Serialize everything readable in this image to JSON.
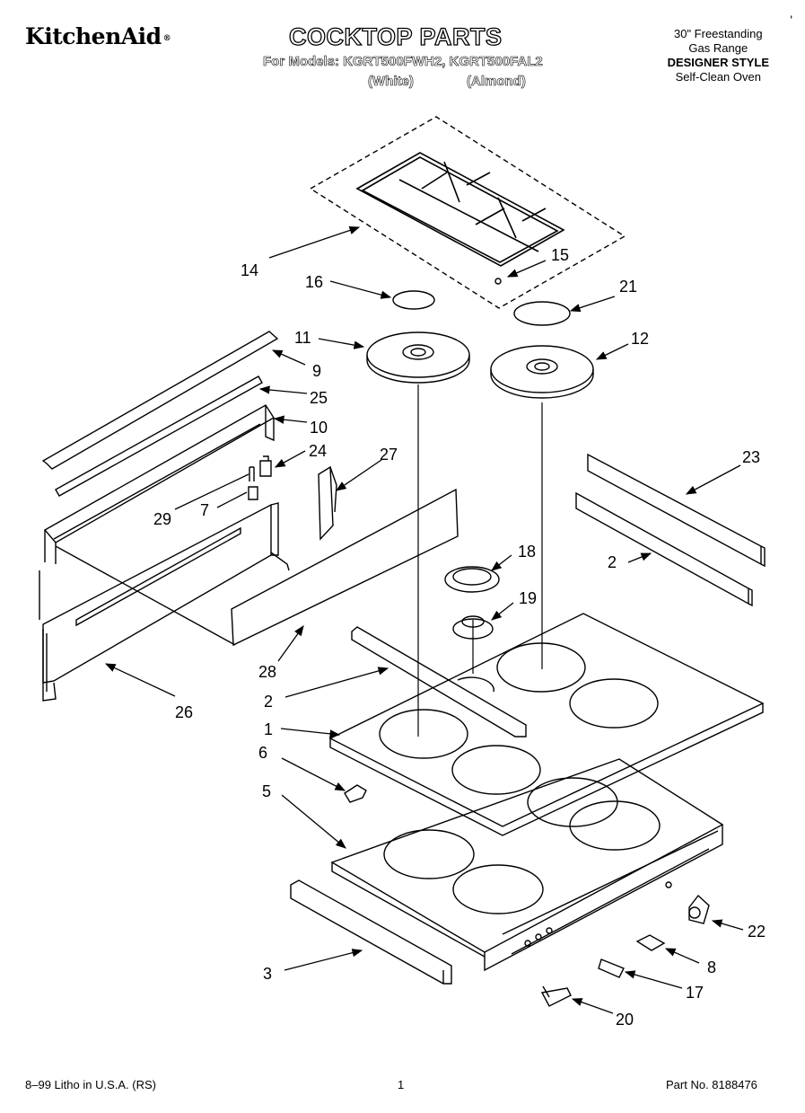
{
  "header": {
    "brand": "KitchenAid",
    "brand_mark": "®",
    "title": "COCKTOP PARTS",
    "models_line": "For Models: KGRT500FWH2, KGRT500FAL2",
    "variants": [
      "(White)",
      "(Almond)"
    ],
    "range_info": [
      "30\" Freestanding",
      "Gas Range",
      "DESIGNER STYLE",
      "Self-Clean Oven"
    ],
    "corner_tick": "'"
  },
  "callouts": [
    "14",
    "15",
    "16",
    "21",
    "11",
    "12",
    "9",
    "25",
    "10",
    "24",
    "27",
    "23",
    "29",
    "7",
    "18",
    "2",
    "19",
    "28",
    "2",
    "26",
    "1",
    "6",
    "5",
    "22",
    "8",
    "3",
    "17",
    "20"
  ],
  "footer": {
    "left": "8–99 Litho in U.S.A. (RS)",
    "page": "1",
    "part_no": "Part No. 8188476"
  }
}
